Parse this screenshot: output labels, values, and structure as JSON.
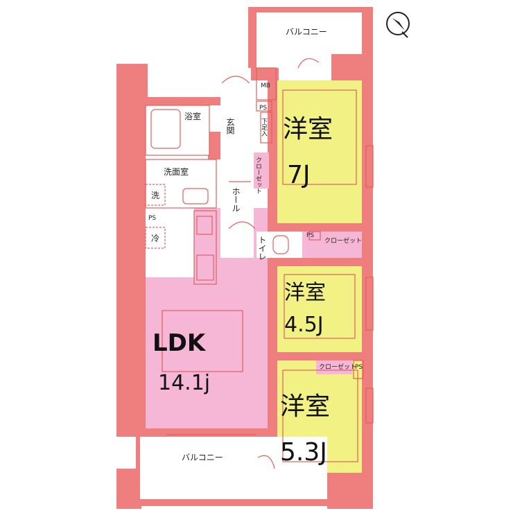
{
  "colors": {
    "wall": "#ef7f7f",
    "yellow": "#f2f284",
    "pink": "#f6b6d6",
    "line": "#e06060",
    "white": "#ffffff"
  },
  "rooms": {
    "balcony_top": "バルコニー",
    "balcony_bottom": "バルコニー",
    "bath": "浴室",
    "entrance": "玄関",
    "washroom": "洗面室",
    "hall": "ホール",
    "toilet": "トイレ",
    "mb": "MB",
    "ps_top": "PS",
    "ps_wash": "PS",
    "ps_mid": "PS",
    "ps_low": "PS",
    "shoe_box": "下足入",
    "closet_1": "クローゼット",
    "closet_2": "クローゼット",
    "closet_3": "クローゼット",
    "washer": "洗",
    "fridge": "冷",
    "room1_name": "洋室",
    "room1_size": "7J",
    "room2_name": "洋室",
    "room2_size": "4.5J",
    "room3_name": "洋室",
    "room3_size": "5.3J",
    "ldk_name": "LDK",
    "ldk_size": "14.1j"
  },
  "compass": {
    "icon": "north-arrow-icon"
  }
}
